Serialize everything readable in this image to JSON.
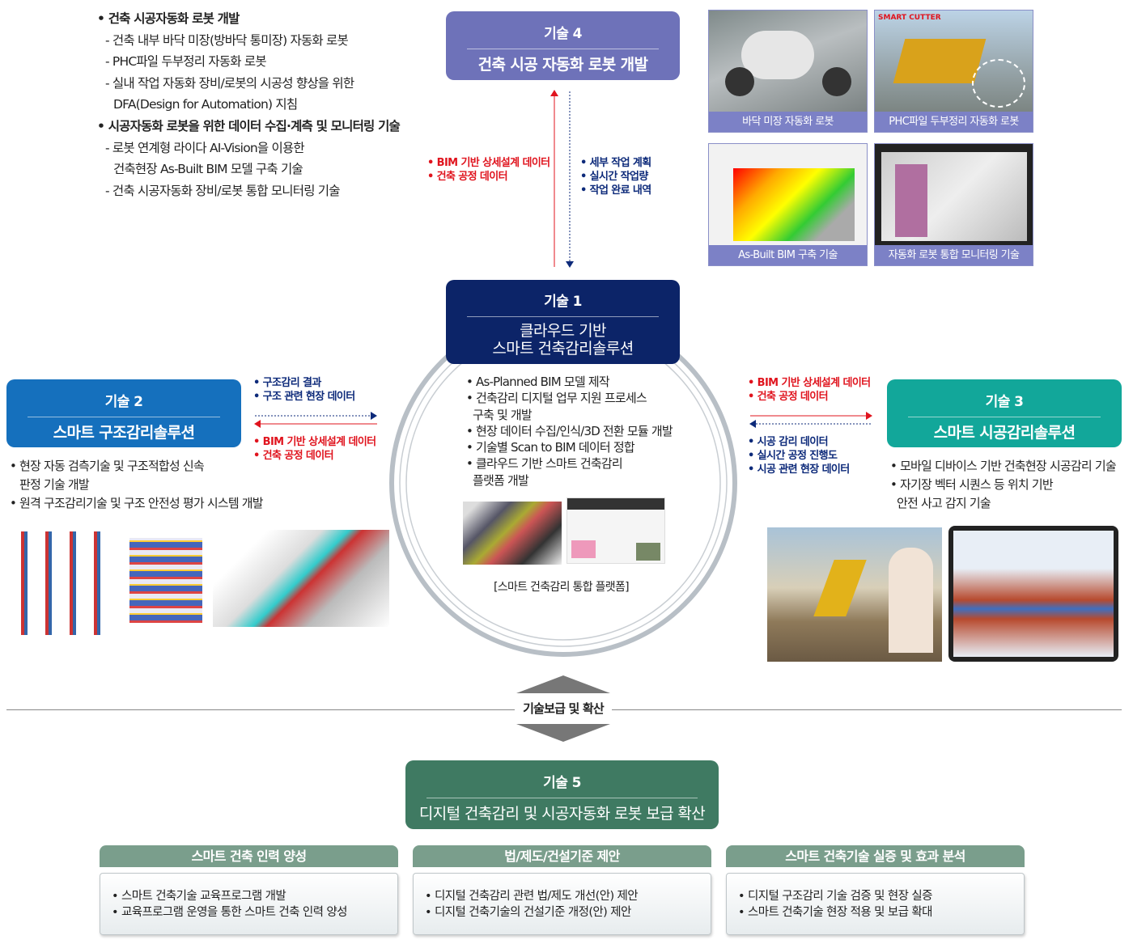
{
  "top_left": {
    "items": [
      {
        "text": "• 건축 시공자동화 로봇 개발",
        "level": 0
      },
      {
        "text": "- 건축 내부 바닥 미장(방바닥 통미장) 자동화 로봇",
        "level": 1
      },
      {
        "text": "- PHC파일 두부정리 자동화 로봇",
        "level": 1
      },
      {
        "text": "- 실내 작업 자동화 장비/로봇의 시공성 향상을 위한",
        "level": 1
      },
      {
        "text": "DFA(Design for Automation) 지침",
        "level": 2
      },
      {
        "text": "• 시공자동화 로봇을 위한 데이터 수집·계측 및 모니터링 기술",
        "level": 0
      },
      {
        "text": "- 로봇 연계형 라이다 AI-Vision을 이용한",
        "level": 1
      },
      {
        "text": "건축현장 As-Built BIM 모델 구축 기술",
        "level": 2
      },
      {
        "text": "- 건축 시공자동화 장비/로봇 통합 모니터링 기술",
        "level": 1
      }
    ]
  },
  "tech4": {
    "head": "기술 4",
    "title": "건축 시공 자동화 로봇 개발",
    "color": "#6e72b9"
  },
  "flow4_red": [
    "• BIM 기반 상세설계 데이터",
    "• 건축 공정 데이터"
  ],
  "flow4_blue": [
    "• 세부 작업 계획",
    "• 실시간 작업량",
    "• 작업 완료 내역"
  ],
  "photos": [
    {
      "caption": "바닥 미장 자동화 로봇"
    },
    {
      "caption": "PHC파일 두부정리 자동화 로봇",
      "overlay": "SMART CUTTER"
    },
    {
      "caption": "As-Built BIM 구축 기술"
    },
    {
      "caption": "자동화 로봇 통합 모니터링 기술"
    }
  ],
  "tech1": {
    "head": "기술 1",
    "title1": "클라우드 기반",
    "title2": "스마트 건축감리솔루션",
    "color": "#0c2468",
    "bullets": [
      "• As-Planned BIM 모델 제작",
      "• 건축감리 디지털 업무 지원 프로세스",
      "구축 및 개발",
      "• 현장 데이터 수집/인식/3D 전환 모듈 개발",
      "• 기술별 Scan to BIM 데이터 정합",
      "• 클라우드 기반 스마트 건축감리",
      "플랫폼 개발"
    ],
    "caption": "[스마트 건축감리 통합 플랫폼]"
  },
  "tech2": {
    "head": "기술 2",
    "title": "스마트 구조감리솔루션",
    "color": "#1570bd",
    "bullets": [
      "• 현장 자동 검측기술 및 구조적합성 신속",
      "판정 기술 개발",
      "• 원격 구조감리기술 및 구조 안전성 평가 시스템 개발"
    ]
  },
  "flow2_blue": [
    "• 구조감리 결과",
    "• 구조 관련 현장 데이터"
  ],
  "flow2_red": [
    "• BIM 기반 상세설계 데이터",
    "• 건축 공정 데이터"
  ],
  "tech3": {
    "head": "기술 3",
    "title": "스마트 시공감리솔루션",
    "color": "#12a79a",
    "bullets": [
      "• 모바일 디바이스 기반 건축현장 시공감리 기술",
      "• 자기장 벡터 시퀀스 등 위치 기반",
      "안전 사고 감지 기술"
    ]
  },
  "flow3_red": [
    "• BIM 기반 상세설계 데이터",
    "• 건축 공정 데이터"
  ],
  "flow3_blue": [
    "• 시공 감리 데이터",
    "• 실시간 공정 진행도",
    "• 시공 관련 현장 데이터"
  ],
  "spread_label": "기술보급 및 확산",
  "tech5": {
    "head": "기술 5",
    "title": "디지털 건축감리 및 시공자동화 로봇 보급 확산",
    "color": "#3f7a62"
  },
  "cards": [
    {
      "title": "스마트 건축 인력 양성",
      "items": [
        "• 스마트 건축기술 교육프로그램 개발",
        "• 교육프로그램 운영을 통한 스마트 건축 인력 양성"
      ]
    },
    {
      "title": "법/제도/건설기준 제안",
      "items": [
        "• 디지털 건축감리 관련 법/제도 개선(안) 제안",
        "• 디지털 건축기술의 건설기준 개정(안) 제안"
      ]
    },
    {
      "title": "스마트 건축기술 실증 및 효과 분석",
      "items": [
        "• 디지털 구조감리 기술 검증 및 현장 실증",
        "• 스마트 건축기술 현장 적용 및 보급 확대"
      ]
    }
  ]
}
